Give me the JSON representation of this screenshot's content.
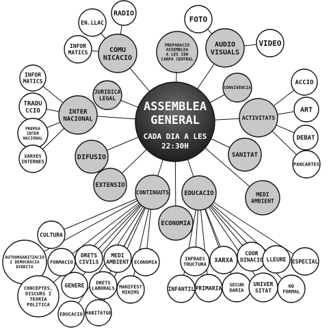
{
  "hub": {
    "title_line1": "ASSEMBLEA",
    "title_line2": "GENERAL",
    "subtitle_line1": "CADA DIA A LES",
    "subtitle_line2": "22:30H"
  },
  "nodes": {
    "comunicacio": [
      "COMU",
      "NICACIO"
    ],
    "radio": [
      "RADIO"
    ],
    "enllac": [
      "EN.LLAÇ"
    ],
    "informatics_top": [
      "INFOR",
      "MATICS"
    ],
    "preparacio": [
      "PREPARACIO",
      "ASSEMBLEA",
      "A LES 19H",
      "CARPA CENTRAL"
    ],
    "audiovisuals": [
      "AUDIO",
      "VISUALS"
    ],
    "foto": [
      "FOTO"
    ],
    "video": [
      "VIDEO"
    ],
    "juridica": [
      "JURIDICA",
      "LEGAL"
    ],
    "convivencia": [
      "CONVIVENCIA"
    ],
    "activitats": [
      "ACTIVITATS"
    ],
    "accio": [
      "ACCIO"
    ],
    "art": [
      "ART"
    ],
    "debat": [
      "DEBAT"
    ],
    "pancartes": [
      "PANCARTES"
    ],
    "internacional": [
      "INTER",
      "NACIONAL"
    ],
    "informatics_left": [
      "INFOR",
      "MATICS"
    ],
    "traduccio": [
      "TRADU",
      "CCIO"
    ],
    "premsa": [
      "PREMSA",
      "INTER",
      "NACIONAL"
    ],
    "xarxes": [
      "XARXES",
      "INTERNES"
    ],
    "difusio": [
      "DIFUSIO"
    ],
    "extensio": [
      "EXTENSIO"
    ],
    "sanitat": [
      "SANITAT"
    ],
    "medi_ambient_right": [
      "MEDI",
      "AMBIENT"
    ],
    "continguts": [
      "CONTINGUTS"
    ],
    "educacio": [
      "EDUCACIO"
    ],
    "economia": [
      "ECONOMIA"
    ],
    "cultura": [
      "CULTURA"
    ],
    "autoorganitzacio": [
      "AUTOORGANITZACIO",
      "I DEMOCRACIA",
      "DIRECTA"
    ],
    "formacio": [
      "FORMACIO"
    ],
    "drets_civils": [
      "DRETS",
      "CIVILS"
    ],
    "medi_ambient_left": [
      "MEDI",
      "AMBIENT"
    ],
    "economia_small": [
      "ECONOMIA"
    ],
    "conceptes": [
      "CONCEPTES,",
      "DISCURS I",
      "TEORIA",
      "POLITICA"
    ],
    "genere": [
      "GENERE"
    ],
    "drets_laborals": [
      "DRETS",
      "LABORALS"
    ],
    "manifest": [
      "MANIFEST",
      "MINIMS"
    ],
    "educacio_small": [
      "EDUCACIO"
    ],
    "habitatge": [
      "HABITATGE"
    ],
    "infraestructura": [
      "INFRAES",
      "TRUCTURA"
    ],
    "xarxa": [
      "XARXA"
    ],
    "coordinacio": [
      "COOR",
      "DINACIO"
    ],
    "lleure": [
      "LLEURE"
    ],
    "especial": [
      "ESPECIAL"
    ],
    "infantil": [
      "INFANTIL"
    ],
    "primaria": [
      "PRIMARIA"
    ],
    "secundaria": [
      "SECUN",
      "DARIA"
    ],
    "universitat": [
      "UNIVER",
      "SITAT"
    ],
    "no_formal": [
      "NO",
      "FORMAL"
    ]
  },
  "colors": {
    "grey_node": "#c8c8c8",
    "white_node": "#ffffff",
    "hub_dark": "#1e1e1e",
    "hub_light": "#6a6a6a",
    "stroke": "#111111"
  }
}
